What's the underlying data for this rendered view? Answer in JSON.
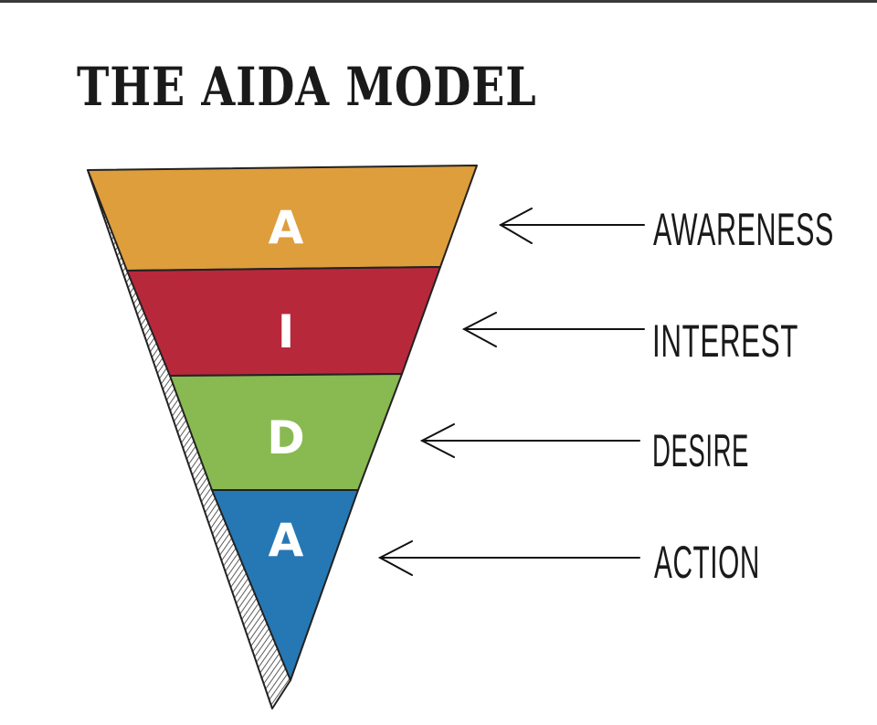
{
  "title": "THE AIDA MODEL",
  "stages": [
    {
      "letter": "A",
      "label": "AWARENESS",
      "color": "#DE9E3C"
    },
    {
      "letter": "I",
      "label": "INTEREST",
      "color": "#B8283B"
    },
    {
      "letter": "D",
      "label": "DESIRE",
      "color": "#88BA51"
    },
    {
      "letter": "A",
      "label": "ACTION",
      "color": "#2678B4"
    }
  ]
}
